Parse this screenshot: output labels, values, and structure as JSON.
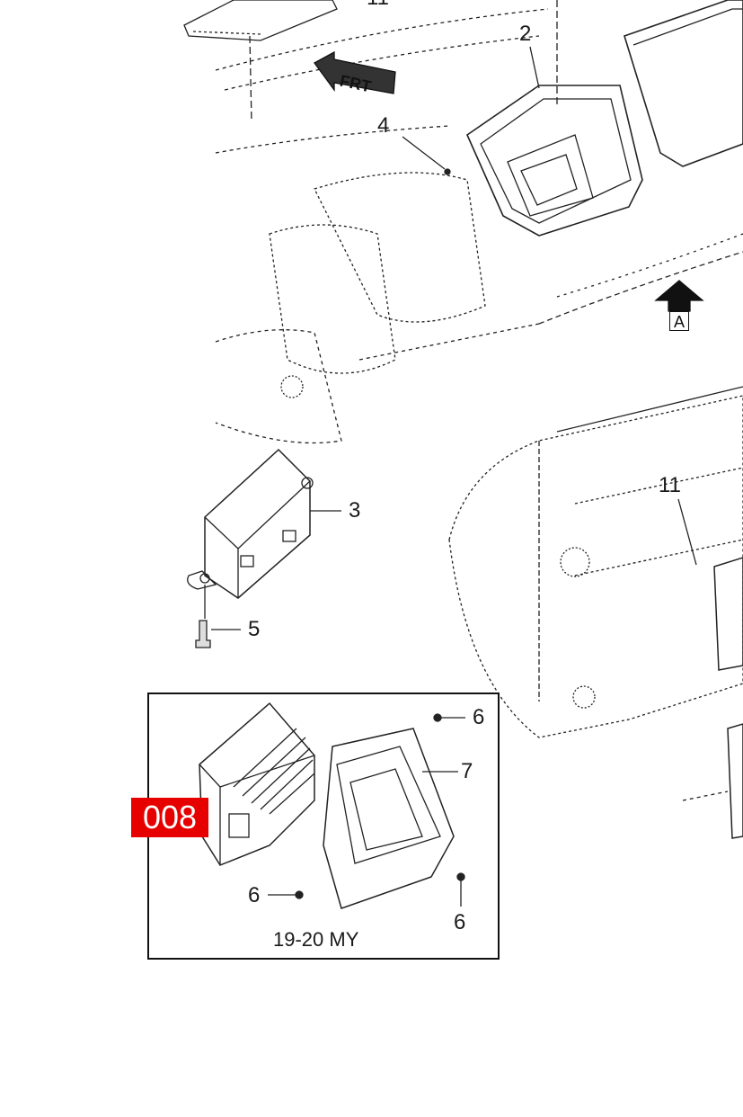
{
  "callouts": {
    "c11_top": "11",
    "c2": "2",
    "c4": "4",
    "c3": "3",
    "c5": "5",
    "c11_right": "11",
    "c6_a": "6",
    "c7": "7",
    "c6_b": "6",
    "c6_c": "6"
  },
  "frt_label": "FRT",
  "view_label": "A",
  "inset_caption": "19-20 MY",
  "red_tag": "008",
  "colors": {
    "tag": "#e60000",
    "line": "#1a1a1a"
  }
}
